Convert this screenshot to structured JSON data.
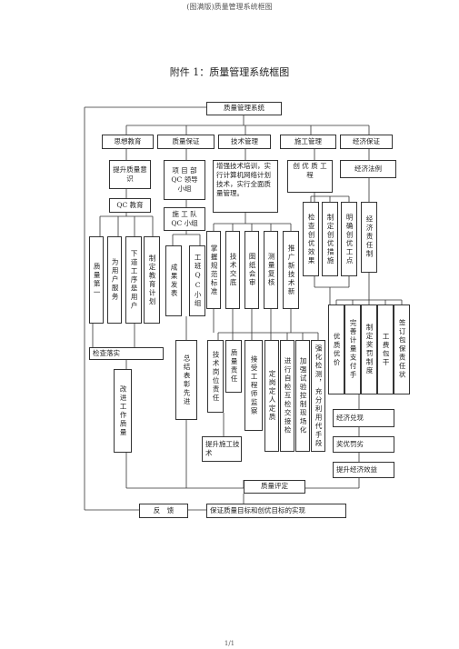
{
  "header": "(图满版)质量管理系统框图",
  "title": "附件 1：质量管理系统框图",
  "footer": "1/1",
  "nodes": {
    "root": "质量管理系统",
    "sixiang": "思想教育",
    "zhibao": "质量保证",
    "jishu": "技术管理",
    "shigong": "施工管理",
    "jingji": "经济保证",
    "tisheng": "提升质量意识",
    "qc_edu": "QC 教育",
    "xiangmu": "项 目 部\nQC 领导\n小组",
    "shigongdui": "施 工 队\nQC 小组",
    "zengqiang": "增强技术培训，实行计算机网络计划技术，实行全面质量管理。",
    "chuangyou": "创 优 质 工 程",
    "fagui": "经济法例",
    "zhiliang_first": "质量第一",
    "wei_yonghu": "为用户服务",
    "xia_gongxu": "下道工序是用户",
    "zhiding_jy": "制定教育计划",
    "chengguo": "成果发表",
    "gongban": "工班QC小组",
    "zhangwo": "掌握规范标准",
    "jishu_jiaodi": "技术交底",
    "tuzhi": "图纸会审",
    "celiang": "测量复核",
    "tuiguang": "推广新技术新",
    "jiancha": "检查创优效果",
    "zhiding_cs": "制定创优措施",
    "mingque": "明确创优工点",
    "jingji_zr": "经济责任制",
    "youzhi": "优质优价",
    "wanshan": "完善计量支付手",
    "zhiding_jl": "制定奖罚制度",
    "gongfei": "工费包干",
    "qianding": "签订包保责任状",
    "jiancha_luoshi": "检查落实",
    "gaijin": "改进工作质量",
    "zongjie": "总结表彰先进",
    "jishu_gw": "技术岗位责任",
    "zhiliang_zr": "质量责任",
    "jieshou": "接受工程师监察",
    "ding_ding": "定岗定人定质",
    "jinxing": "进行自检互检交接检",
    "jiaqiang": "加强试验控制现场化",
    "qianghua": "强化检测，充分利用代手段",
    "jingji_dx": "经济兑现",
    "jiangyou": "奖优罚劣",
    "tisheng_jj": "提升经济效益",
    "tisheng_sg": "提升施工技术",
    "pingding": "质量评定",
    "fankui": "反　馈",
    "baozheng": "保证质量目标和创优目标的实现"
  }
}
